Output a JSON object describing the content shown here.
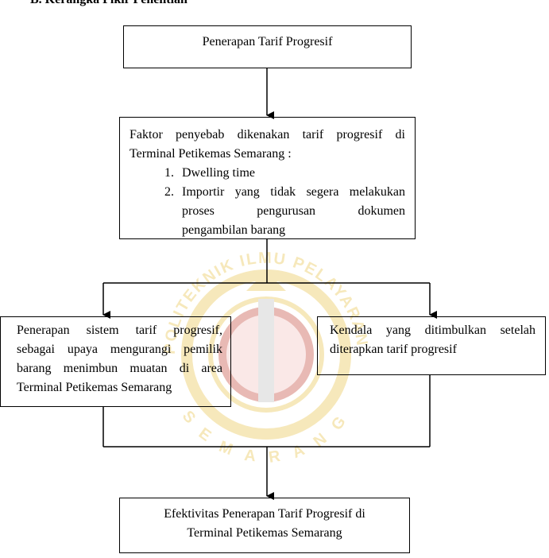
{
  "heading": "B. Kerangka Pikir Penelitian",
  "watermark": {
    "ring_text_top": "POLITEKNIK ILMU PELAYARAN",
    "ring_text_bottom": "SEMARANG",
    "colors": {
      "gold": "#e8c040",
      "red": "#c0392b"
    }
  },
  "boxes": {
    "top": {
      "text": "Penerapan Tarif Progresif"
    },
    "factors": {
      "intro_line1": "Faktor penyebab dikenakan tarif progresif di",
      "intro_line2": "Terminal Petikemas Semarang :",
      "items": [
        {
          "number": "1.",
          "lines": [
            "Dwelling time"
          ]
        },
        {
          "number": "2.",
          "lines": [
            "Importir yang tidak segera melakukan",
            "proses pengurusan dokumen",
            "pengambilan barang"
          ]
        }
      ]
    },
    "left": {
      "lines": [
        "Penerapan sistem tarif progresif,",
        "sebagai upaya mengurangi pemilik",
        "barang menimbun muatan di area",
        "Terminal Petikemas Semarang"
      ]
    },
    "right": {
      "lines": [
        "Kendala yang ditimbulkan setelah",
        "diterapkan tarif progresif"
      ]
    },
    "bottom": {
      "line1": "Efektivitas Penerapan Tarif Progresif di",
      "line2": "Terminal Petikemas Semarang"
    }
  }
}
